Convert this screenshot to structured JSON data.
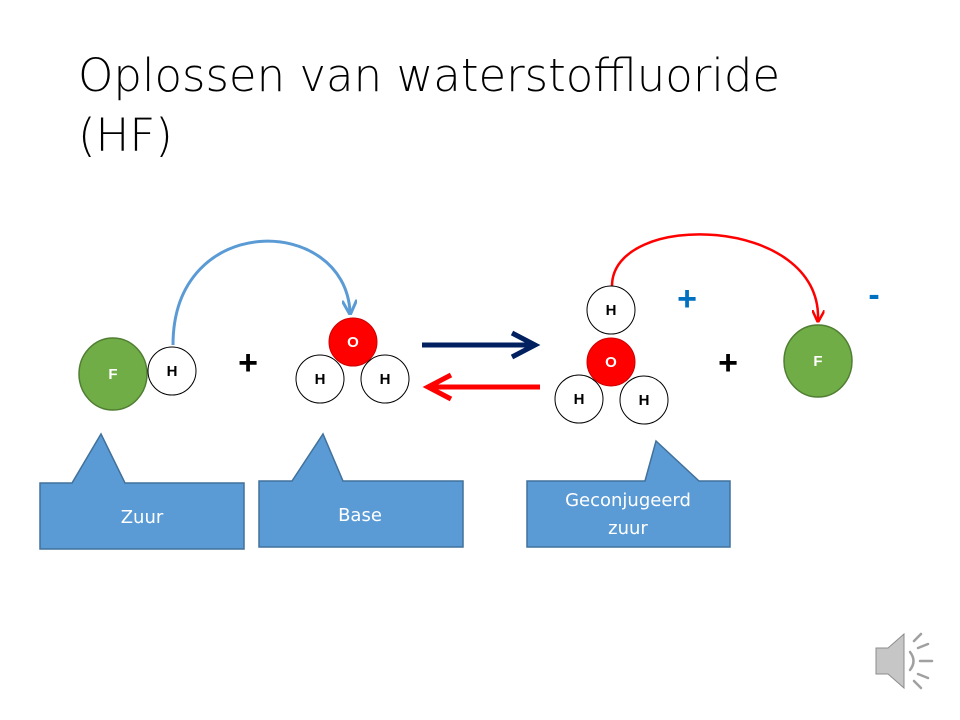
{
  "title": {
    "line1": "Oplossen van waterstoffluoride",
    "line2": "(HF)"
  },
  "colors": {
    "green": "#70ad47",
    "green_stroke": "#507e32",
    "red": "#ff0000",
    "white": "#ffffff",
    "callout_fill": "#5b9bd5",
    "callout_stroke": "#41719c",
    "arrow_blue": "#5b9bd5",
    "arrow_forward": "#002060",
    "arrow_backward": "#ff0000",
    "charge_plus": "#0070c0"
  },
  "left_side": {
    "acid": {
      "atoms": [
        "F",
        "H"
      ]
    },
    "plus": "+",
    "base": {
      "atoms": [
        "O",
        "H",
        "H"
      ]
    }
  },
  "right_side": {
    "hydronium": {
      "atoms": [
        "H",
        "O",
        "H",
        "H"
      ],
      "charge": "+"
    },
    "plus": "+",
    "fluoride": {
      "atoms": [
        "F"
      ],
      "charge": "-"
    }
  },
  "callouts": {
    "acid": "Zuur",
    "base": "Base",
    "conjugate_acid": [
      "Geconjugeerd",
      "zuur"
    ]
  },
  "icons": {
    "audio": "speaker-icon"
  }
}
